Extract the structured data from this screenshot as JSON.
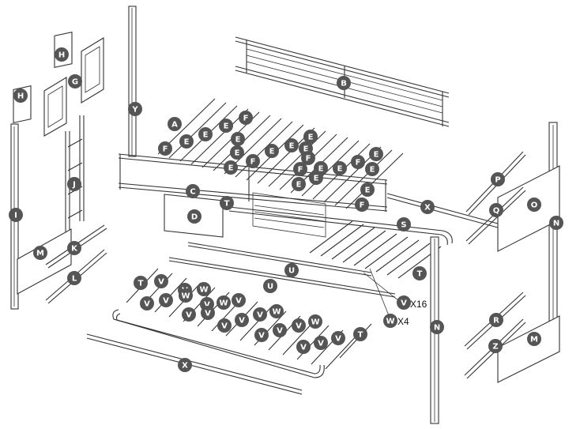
{
  "diagram": {
    "colors": {
      "line": "#333333",
      "bubble": "#555555",
      "bubble_text": "#ffffff",
      "background": "#ffffff"
    },
    "callout_labels": {
      "A": "A",
      "B": "B",
      "C": "C",
      "D": "D",
      "E": "E",
      "F": "F",
      "G": "G",
      "H": "H",
      "I": "I",
      "J": "J",
      "K": "K",
      "L": "L",
      "M": "M",
      "N": "N",
      "O": "O",
      "P": "P",
      "Q": "Q",
      "R": "R",
      "S": "S",
      "T": "T",
      "U": "U",
      "V": "V",
      "W": "W",
      "X": "X",
      "Y": "Y",
      "Z": "Z"
    },
    "quantities": {
      "V": "X16",
      "W": "X4"
    }
  }
}
